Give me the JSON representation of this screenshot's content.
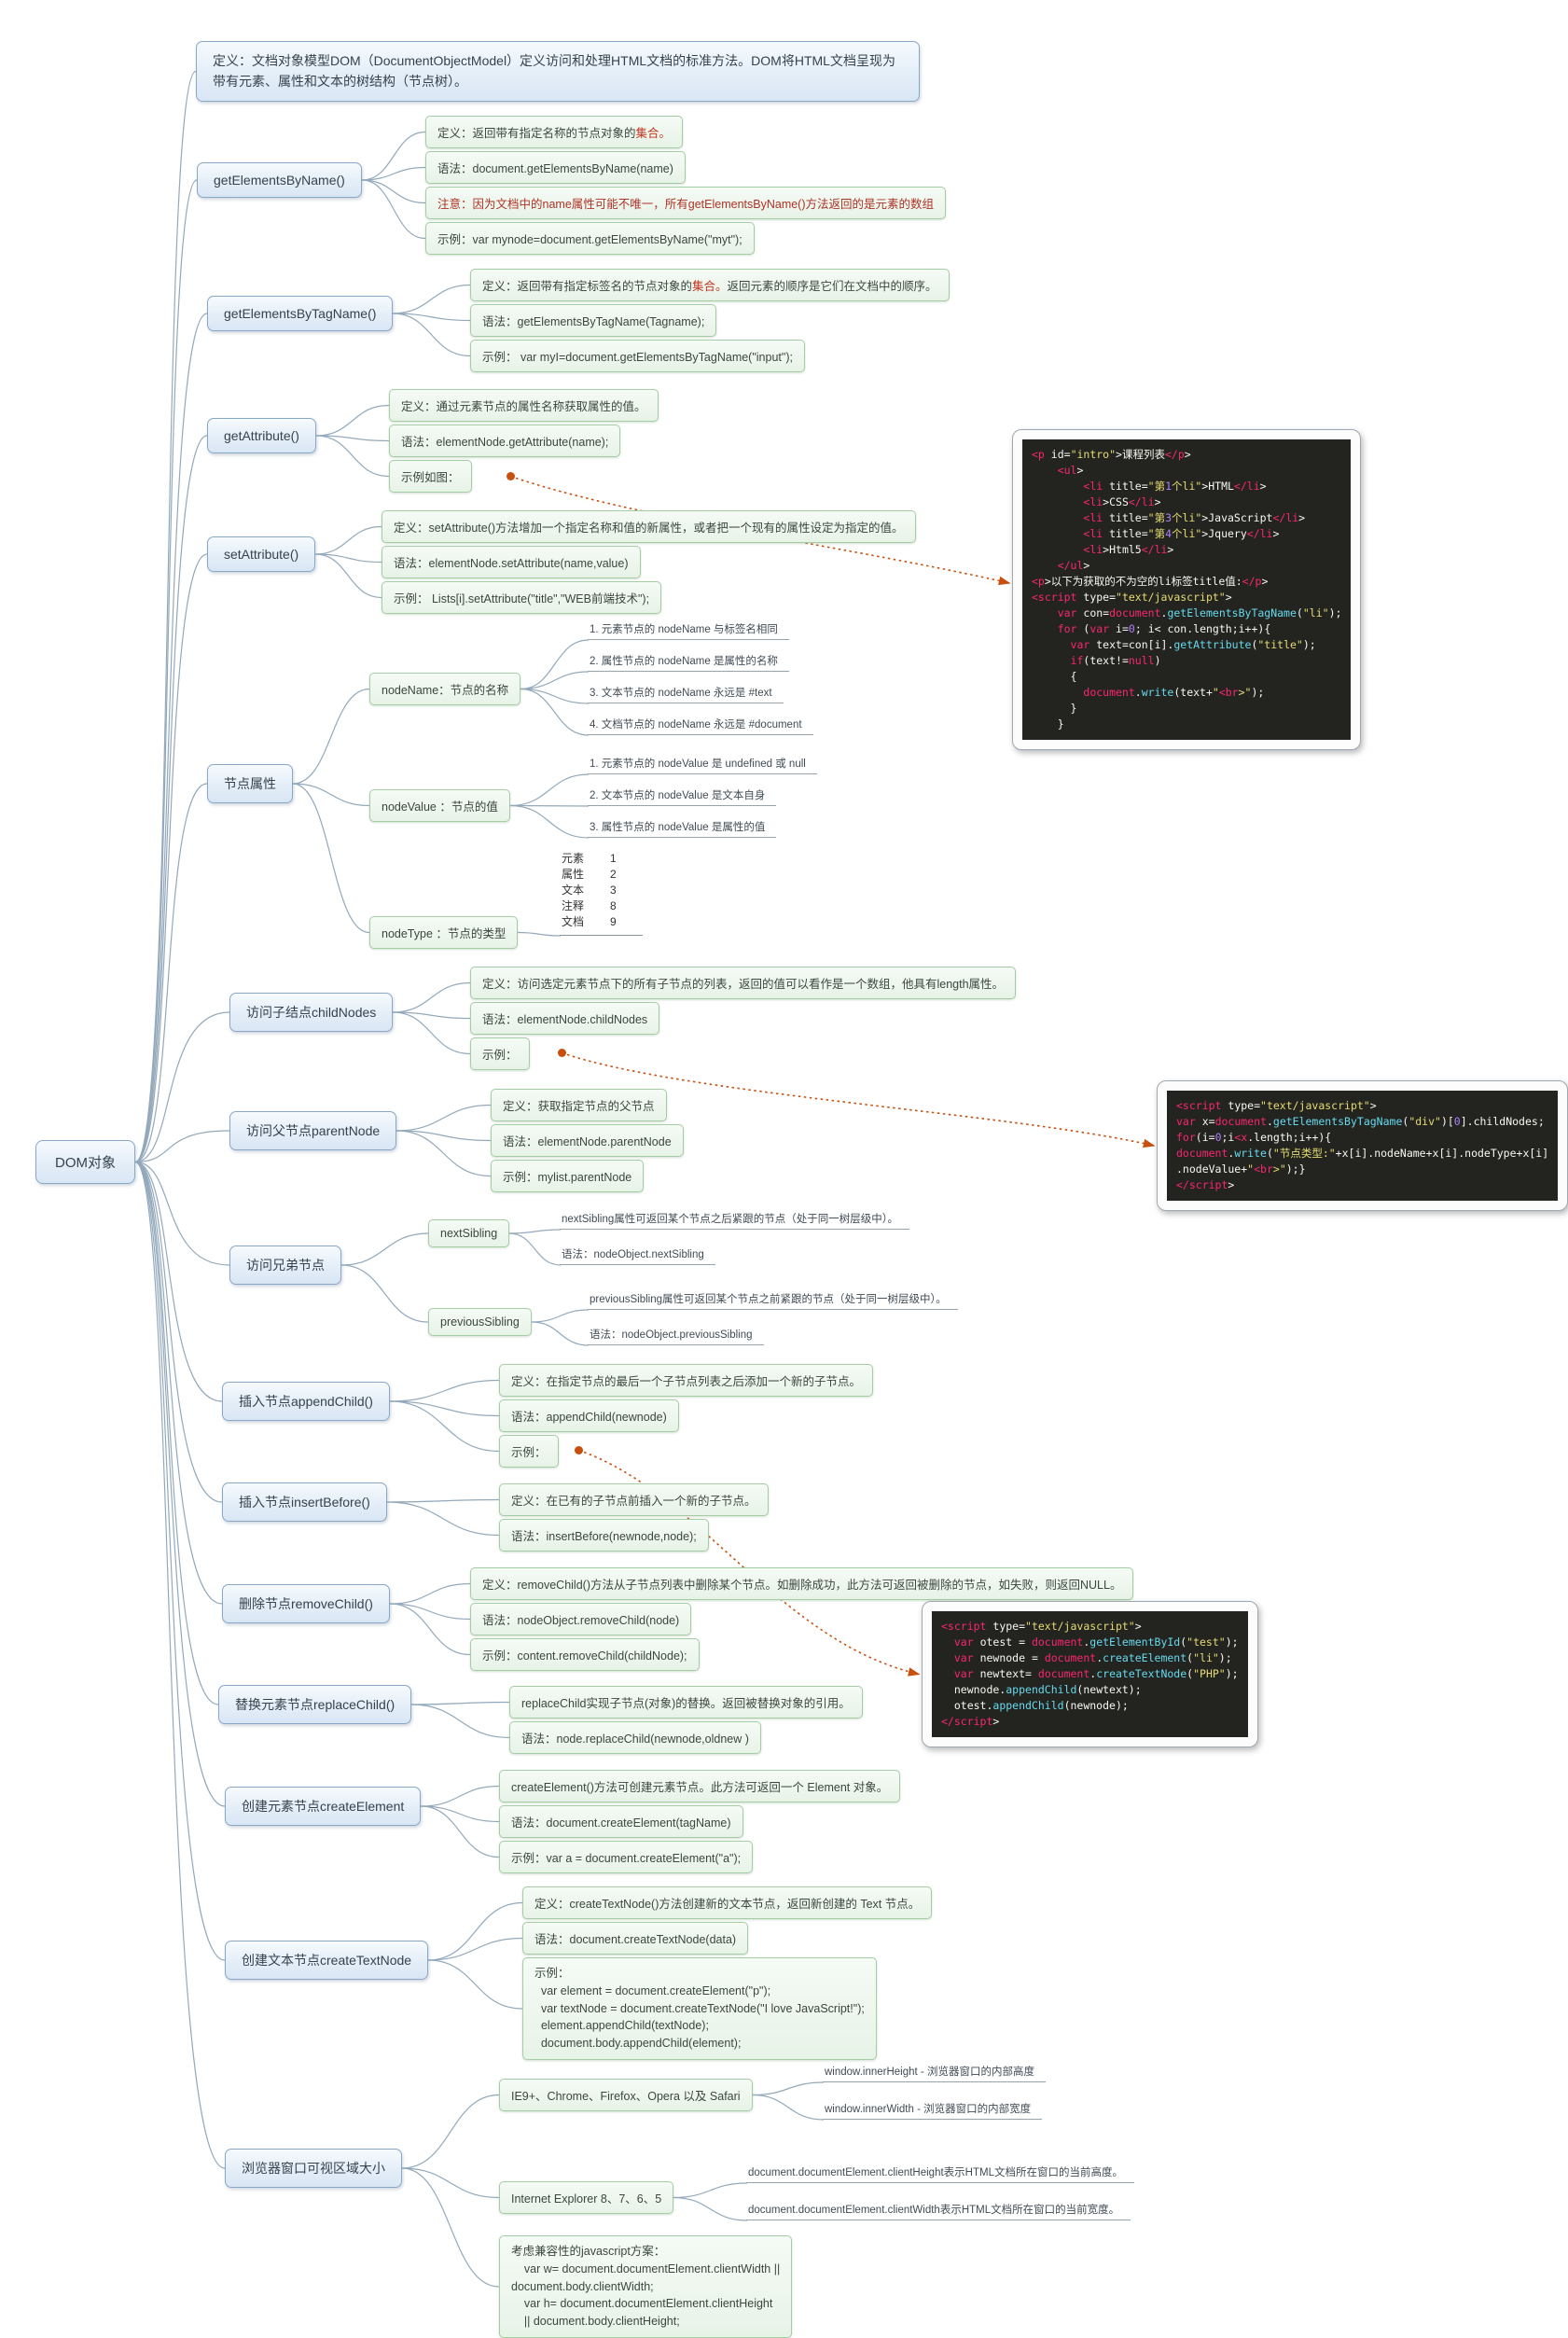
{
  "definition": {
    "text": "定义：文档对象模型DOM（DocumentObjectModel）定义访问和处理HTML文档的标准方法。DOM将HTML文档呈现为带有元素、属性和文本的树结构（节点树）。"
  },
  "root": {
    "label": "DOM对象"
  },
  "getElementsByName": {
    "label": "getElementsByName()",
    "def_pre": "定义：返回带有指定名称的节点对象的",
    "def_hl": "集合。",
    "syntax": "语法：document.getElementsByName(name)",
    "note": "注意：因为文档中的name属性可能不唯一，所有getElementsByName()方法返回的是元素的数组",
    "example": "示例：var mynode=document.getElementsByName(\"myt\");"
  },
  "getElementsByTagName": {
    "label": "getElementsByTagName()",
    "def_pre": "定义：返回带有指定标签名的节点对象的",
    "def_hl": "集合。",
    "def_post": "返回元素的顺序是它们在文档中的顺序。",
    "syntax": "语法：getElementsByTagName(Tagname);",
    "example": "示例：  var myI=document.getElementsByTagName(\"input\");"
  },
  "getAttribute": {
    "label": "getAttribute()",
    "definition": "定义：通过元素节点的属性名称获取属性的值。",
    "syntax": "语法：elementNode.getAttribute(name);",
    "example": "示例如图："
  },
  "setAttribute": {
    "label": "setAttribute()",
    "definition": "定义：setAttribute()方法增加一个指定名称和值的新属性，或者把一个现有的属性设定为指定的值。",
    "syntax": "语法：elementNode.setAttribute(name,value)",
    "example": "示例：  Lists[i].setAttribute(\"title\",\"WEB前端技术\");"
  },
  "nodeProps": {
    "label": "节点属性",
    "nodeName": {
      "label": "nodeName：节点的名称",
      "items": [
        "1. 元素节点的 nodeName 与标签名相同",
        "2. 属性节点的 nodeName 是属性的名称",
        "3. 文本节点的 nodeName 永远是 #text",
        "4. 文档节点的 nodeName 永远是 #document"
      ]
    },
    "nodeValue": {
      "label": "nodeValue ：节点的值",
      "items": [
        "1. 元素节点的 nodeValue 是 undefined 或 null",
        "2. 文本节点的 nodeValue 是文本自身",
        "3. 属性节点的 nodeValue 是属性的值"
      ]
    },
    "nodeType": {
      "label": "nodeType ：节点的类型",
      "table": [
        {
          "k": "元素",
          "v": "1"
        },
        {
          "k": "属性",
          "v": "2"
        },
        {
          "k": "文本",
          "v": "3"
        },
        {
          "k": "注释",
          "v": "8"
        },
        {
          "k": "文档",
          "v": "9"
        }
      ]
    }
  },
  "childNodes": {
    "label": "访问子结点childNodes",
    "definition": "定义：访问选定元素节点下的所有子节点的列表，返回的值可以看作是一个数组，他具有length属性。",
    "syntax": "语法：elementNode.childNodes",
    "example": "示例："
  },
  "parentNode": {
    "label": "访问父节点parentNode",
    "definition": "定义：获取指定节点的父节点",
    "syntax": "语法：elementNode.parentNode",
    "example": "示例：mylist.parentNode"
  },
  "siblings": {
    "label": "访问兄弟节点",
    "nextSibling": {
      "label": "nextSibling",
      "desc": "nextSibling属性可返回某个节点之后紧跟的节点（处于同一树层级中）。",
      "syntax": "语法：nodeObject.nextSibling"
    },
    "previousSibling": {
      "label": "previousSibling",
      "desc": "previousSibling属性可返回某个节点之前紧跟的节点（处于同一树层级中）。",
      "syntax": "语法：nodeObject.previousSibling"
    }
  },
  "appendChild": {
    "label": "插入节点appendChild()",
    "definition": "定义：在指定节点的最后一个子节点列表之后添加一个新的子节点。",
    "syntax": "语法：appendChild(newnode)",
    "example": "示例："
  },
  "insertBefore": {
    "label": "插入节点insertBefore()",
    "definition": "定义：在已有的子节点前插入一个新的子节点。",
    "syntax": "语法：insertBefore(newnode,node);"
  },
  "removeChild": {
    "label": "删除节点removeChild()",
    "definition": "定义：removeChild()方法从子节点列表中删除某个节点。如删除成功，此方法可返回被删除的节点，如失败，则返回NULL。",
    "syntax": "语法：nodeObject.removeChild(node)",
    "example": "示例：content.removeChild(childNode);"
  },
  "replaceChild": {
    "label": "替换元素节点replaceChild()",
    "definition": "replaceChild实现子节点(对象)的替换。返回被替换对象的引用。",
    "syntax": "语法：node.replaceChild(newnode,oldnew )"
  },
  "createElement": {
    "label": "创建元素节点createElement",
    "definition": "createElement()方法可创建元素节点。此方法可返回一个 Element 对象。",
    "syntax": "语法：document.createElement(tagName)",
    "example": "示例：var a = document.createElement(\"a\");"
  },
  "createTextNode": {
    "label": "创建文本节点createTextNode",
    "definition": "定义：createTextNode()方法创建新的文本节点，返回新创建的 Text 节点。",
    "syntax": "语法：document.createTextNode(data)",
    "example_lines": [
      "示例：",
      "  var element = document.createElement(\"p\");",
      "  var textNode = document.createTextNode(\"I love JavaScript!\");",
      "  element.appendChild(textNode);",
      "  document.body.appendChild(element);"
    ]
  },
  "browserWindow": {
    "label": "浏览器窗口可视区域大小",
    "modern": {
      "label": "IE9+、Chrome、Firefox、Opera 以及 Safari",
      "items": [
        "window.innerHeight - 浏览器窗口的内部高度",
        "window.innerWidth - 浏览器窗口的内部宽度"
      ]
    },
    "ie": {
      "label": "Internet Explorer 8、7、6、5",
      "items": [
        "document.documentElement.clientHeight表示HTML文档所在窗口的当前高度。",
        "document.documentElement.clientWidth表示HTML文档所在窗口的当前宽度。"
      ]
    },
    "compat_lines": [
      "考虑兼容性的javascript方案：",
      "    var w= document.documentElement.clientWidth ||",
      "document.body.clientWidth;",
      "    var h= document.documentElement.clientHeight",
      "    || document.body.clientHeight;"
    ]
  },
  "code1": {
    "lines": [
      "<p id=\"intro\">课程列表</p>",
      "    <ul>",
      "        <li title=\"第1个li\">HTML</li>",
      "        <li>CSS</li>",
      "        <li title=\"第3个li\">JavaScript</li>",
      "        <li title=\"第4个li\">Jquery</li>",
      "        <li>Html5</li>",
      "    </ul>",
      "<p>以下为获取的不为空的li标签title值:</p>",
      "<script type=\"text/javascript\">",
      "    var con=document.getElementsByTagName(\"li\");",
      "    for (var i=0; i< con.length;i++){",
      "      var text=con[i].getAttribute(\"title\");",
      "      if(text!=null)",
      "      {",
      "        document.write(text+\"<br>\");",
      "      }",
      "    }"
    ]
  },
  "code2": {
    "lines": [
      "<script type=\"text/javascript\">",
      "var x=document.getElementsByTagName(\"div\")[0].childNodes;",
      "for(i=0;i<x.length;i++){",
      "document.write(\"节点类型:\"+x[i].nodeName+x[i].nodeType+x[i]",
      ".nodeValue+\"<br>\");}",
      "</script>"
    ]
  },
  "code3": {
    "lines": [
      "<script type=\"text/javascript\">",
      "  var otest = document.getElementById(\"test\");",
      "  var newnode = document.createElement(\"li\");",
      "  var newtext= document.createTextNode(\"PHP\");",
      "  newnode.appendChild(newtext);",
      "  otest.appendChild(newnode);",
      "</script>"
    ]
  }
}
